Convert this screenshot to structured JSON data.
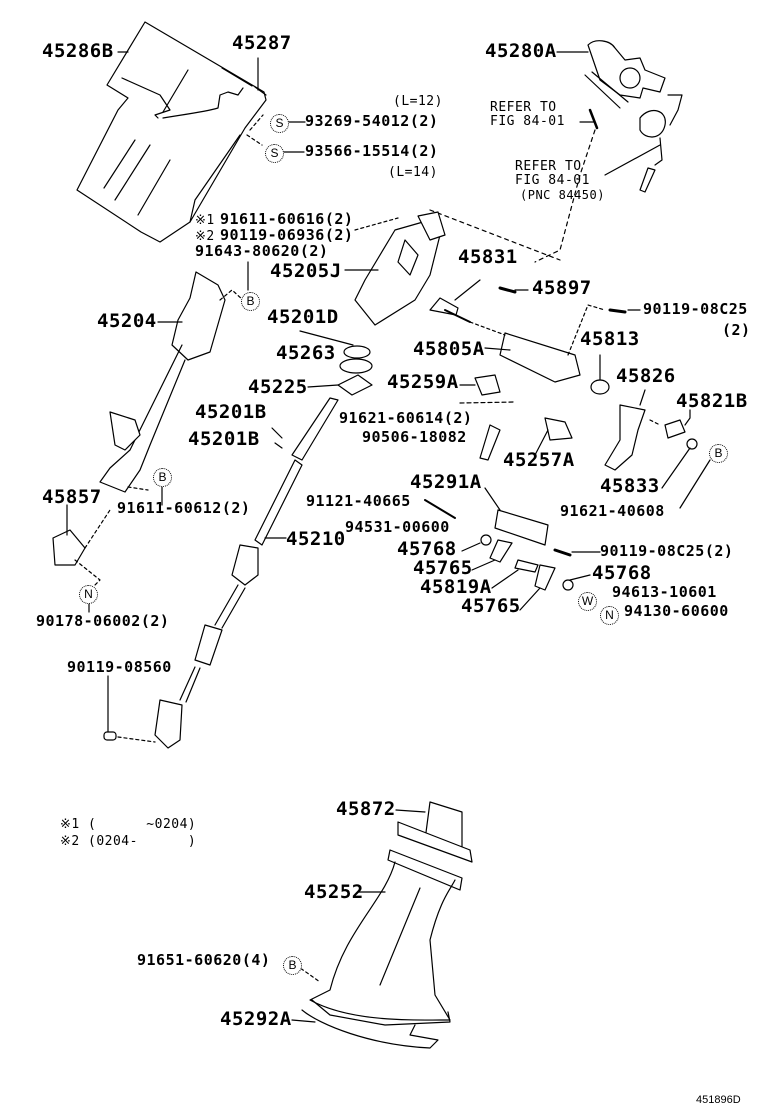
{
  "diagram": {
    "type": "exploded-parts-diagram",
    "subject": "Steering column & shaft",
    "figure_id": "451896D",
    "part_labels": [
      {
        "id": "45286B",
        "text": "45286B"
      },
      {
        "id": "45287",
        "text": "45287"
      },
      {
        "id": "93269-54012",
        "text": "93269-54012(2)",
        "symbol": "S",
        "note": "(L=12)"
      },
      {
        "id": "93566-15514",
        "text": "93566-15514(2)",
        "symbol": "S",
        "note": "(L=14)"
      },
      {
        "id": "91611-60616",
        "text": "91611-60616(2)",
        "prefix": "※1"
      },
      {
        "id": "90119-06936",
        "text": "90119-06936(2)",
        "prefix": "※2"
      },
      {
        "id": "91643-80620",
        "text": "91643-80620(2)"
      },
      {
        "id": "45205J",
        "text": "45205J"
      },
      {
        "id": "45831",
        "text": "45831"
      },
      {
        "id": "45897",
        "text": "45897"
      },
      {
        "id": "90119-08C25-top",
        "text": "90119-08C25",
        "qty": "(2)"
      },
      {
        "id": "45204",
        "text": "45204"
      },
      {
        "id": "45201D",
        "text": "45201D"
      },
      {
        "id": "45263",
        "text": "45263"
      },
      {
        "id": "45805A",
        "text": "45805A"
      },
      {
        "id": "45813",
        "text": "45813"
      },
      {
        "id": "45225",
        "text": "45225"
      },
      {
        "id": "45259A",
        "text": "45259A"
      },
      {
        "id": "45826",
        "text": "45826"
      },
      {
        "id": "45821B",
        "text": "45821B"
      },
      {
        "id": "45201B-1",
        "text": "45201B"
      },
      {
        "id": "45201B-2",
        "text": "45201B"
      },
      {
        "id": "91621-60614",
        "text": "91621-60614(2)"
      },
      {
        "id": "90506-18082",
        "text": "90506-18082"
      },
      {
        "id": "45257A",
        "text": "45257A"
      },
      {
        "id": "45833",
        "text": "45833"
      },
      {
        "id": "45857",
        "text": "45857"
      },
      {
        "id": "91611-60612",
        "text": "91611-60612(2)",
        "symbol": "B"
      },
      {
        "id": "45291A",
        "text": "45291A"
      },
      {
        "id": "91121-40665",
        "text": "91121-40665"
      },
      {
        "id": "91621-40608",
        "text": "91621-40608",
        "symbol": "B"
      },
      {
        "id": "94531-00600",
        "text": "94531-00600"
      },
      {
        "id": "45210",
        "text": "45210"
      },
      {
        "id": "45768-1",
        "text": "45768"
      },
      {
        "id": "90119-08C25-mid",
        "text": "90119-08C25(2)"
      },
      {
        "id": "45765-1",
        "text": "45765"
      },
      {
        "id": "45768-2",
        "text": "45768"
      },
      {
        "id": "45819A",
        "text": "45819A"
      },
      {
        "id": "94613-10601",
        "text": "94613-10601",
        "symbol": "W"
      },
      {
        "id": "45765-2",
        "text": "45765"
      },
      {
        "id": "94130-60600",
        "text": "94130-60600",
        "symbol": "N"
      },
      {
        "id": "90178-06002",
        "text": "90178-06002(2)",
        "symbol": "N"
      },
      {
        "id": "90119-08560",
        "text": "90119-08560"
      },
      {
        "id": "45872",
        "text": "45872"
      },
      {
        "id": "45252",
        "text": "45252"
      },
      {
        "id": "91651-60620",
        "text": "91651-60620(4)",
        "symbol": "B"
      },
      {
        "id": "45292A",
        "text": "45292A"
      },
      {
        "id": "45280A",
        "text": "45280A"
      }
    ],
    "references": [
      {
        "line1": "REFER TO",
        "line2": "FIG 84-01"
      },
      {
        "line1": "REFER TO",
        "line2": "FIG 84-01",
        "line3": "(PNC 84450)"
      }
    ],
    "legend": [
      {
        "mark": "※1",
        "range": "(      ~0204)"
      },
      {
        "mark": "※2",
        "range": "(0204-      )"
      }
    ],
    "symbols": {
      "s": "S",
      "b": "B",
      "n": "N",
      "w": "W"
    }
  }
}
